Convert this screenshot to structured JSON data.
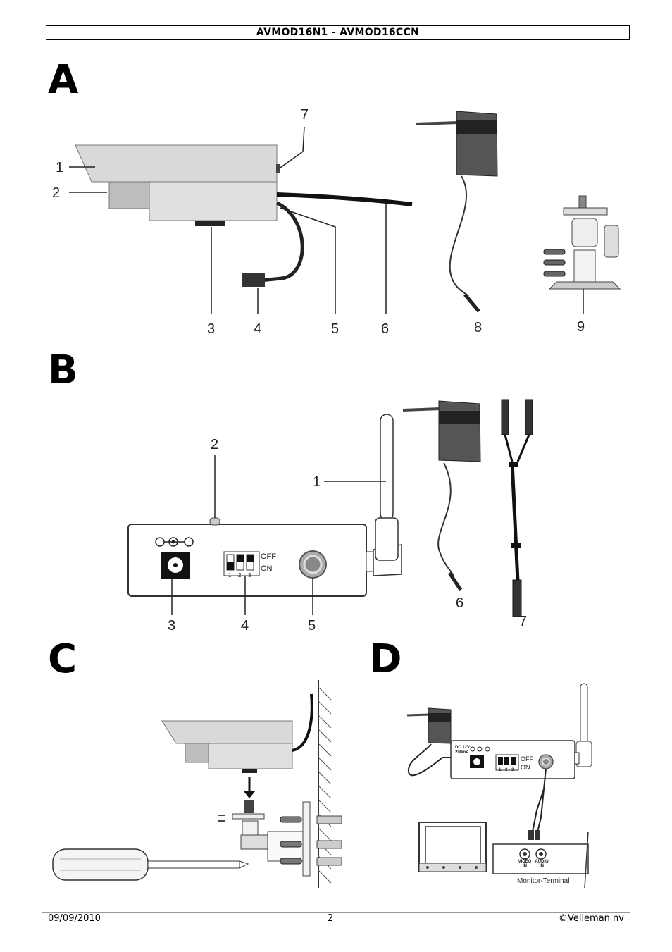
{
  "header": {
    "title": "AVMOD16N1 - AVMOD16CCN"
  },
  "sections": {
    "a": {
      "letter": "A",
      "callouts": [
        "1",
        "2",
        "3",
        "4",
        "5",
        "6",
        "7",
        "8",
        "9"
      ]
    },
    "b": {
      "letter": "B",
      "callouts": [
        "1",
        "2",
        "3",
        "4",
        "5",
        "6",
        "7"
      ],
      "switch_labels": {
        "off": "OFF",
        "on": "ON",
        "numbers": [
          "1",
          "2",
          "3"
        ]
      }
    },
    "c": {
      "letter": "C"
    },
    "d": {
      "letter": "D",
      "receiver_labels": {
        "dc": "DC 12V",
        "ma": "200mA",
        "off": "OFF",
        "on": "ON",
        "numbers": [
          "1",
          "2",
          "3"
        ]
      },
      "monitor_labels": {
        "video_in": "VIDEO IN",
        "audio_in": "AUDIO IN",
        "terminal": "Monitor-Terminal"
      }
    }
  },
  "footer": {
    "date": "09/09/2010",
    "page": "2",
    "copyright": "©Velleman nv"
  }
}
